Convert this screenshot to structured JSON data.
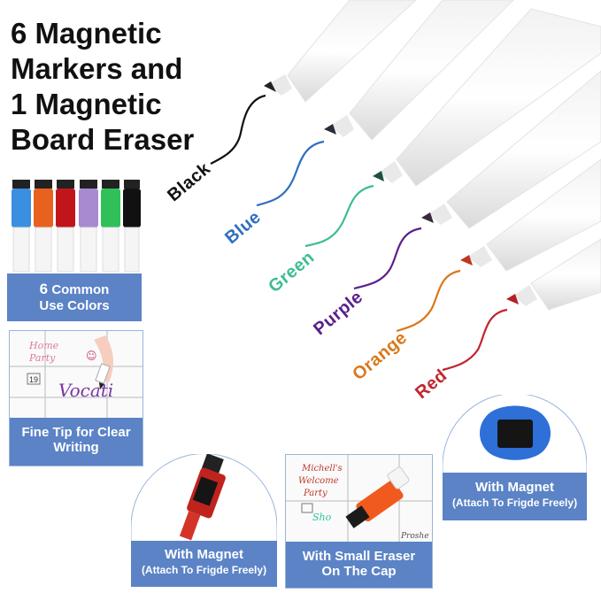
{
  "title": [
    "6 Magnetic",
    "Markers and",
    "1 Magnetic",
    "Board Eraser"
  ],
  "markers": [
    {
      "name": "Black",
      "color": "#111111"
    },
    {
      "name": "Blue",
      "color": "#2f6fc0"
    },
    {
      "name": "Green",
      "color": "#3dbd92"
    },
    {
      "name": "Purple",
      "color": "#5a1f8c"
    },
    {
      "name": "Orange",
      "color": "#d9781a"
    },
    {
      "name": "Red",
      "color": "#c2262e"
    }
  ],
  "panels": {
    "colors": {
      "line1": "6",
      "line1b": "Common",
      "line2": "Use Colors"
    },
    "fine_tip": {
      "line1": "Fine Tip for Clear",
      "line2": "Writing",
      "note_words": [
        "Vocati"
      ]
    },
    "eraser": {
      "title": "With Magnet",
      "sub": "(Attach To Frigde Freely)"
    },
    "cap_magnet": {
      "title": "With Magnet",
      "sub": "(Attach To Frigde Freely)"
    },
    "small_eraser": {
      "line1": "With Small Eraser",
      "line2": "On The Cap"
    }
  },
  "colors": {
    "accent": "#5b83c6",
    "border": "#9bb5dc"
  }
}
